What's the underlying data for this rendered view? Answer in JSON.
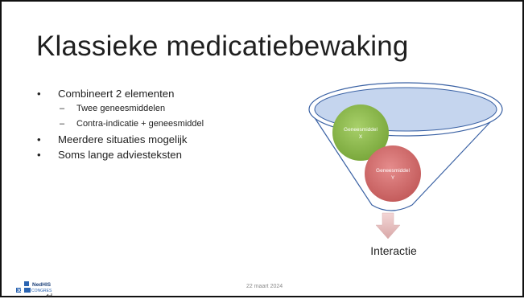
{
  "slide": {
    "title": "Klassieke medicatiebewaking",
    "bullets": {
      "item1": "Combineert 2 elementen",
      "item1_sub1": "Twee geneesmiddelen",
      "item1_sub2": "Contra-indicatie + geneesmiddel",
      "item2": "Meerdere situaties mogelijk",
      "item3": "Soms lange adviesteksten"
    },
    "diagram": {
      "circle1_line1": "Geneesmiddel",
      "circle1_line2": "X",
      "circle2_line1": "Geneesmiddel",
      "circle2_line2": "Y",
      "caption": "Interactie"
    },
    "footer": {
      "date": "22 maart 2024",
      "logo_text_top": "NedHIS",
      "logo_text_number": "30",
      "logo_text_bottom": "CONGRES"
    }
  },
  "colors": {
    "funnel_stroke": "#3b62a4",
    "ellipse_fill": "#c5d5ee",
    "circle_x": "#8bbb4a",
    "circle_y": "#cf6a6a",
    "arrow": "#e2b7b7",
    "logo_blue": "#2a64b2"
  }
}
